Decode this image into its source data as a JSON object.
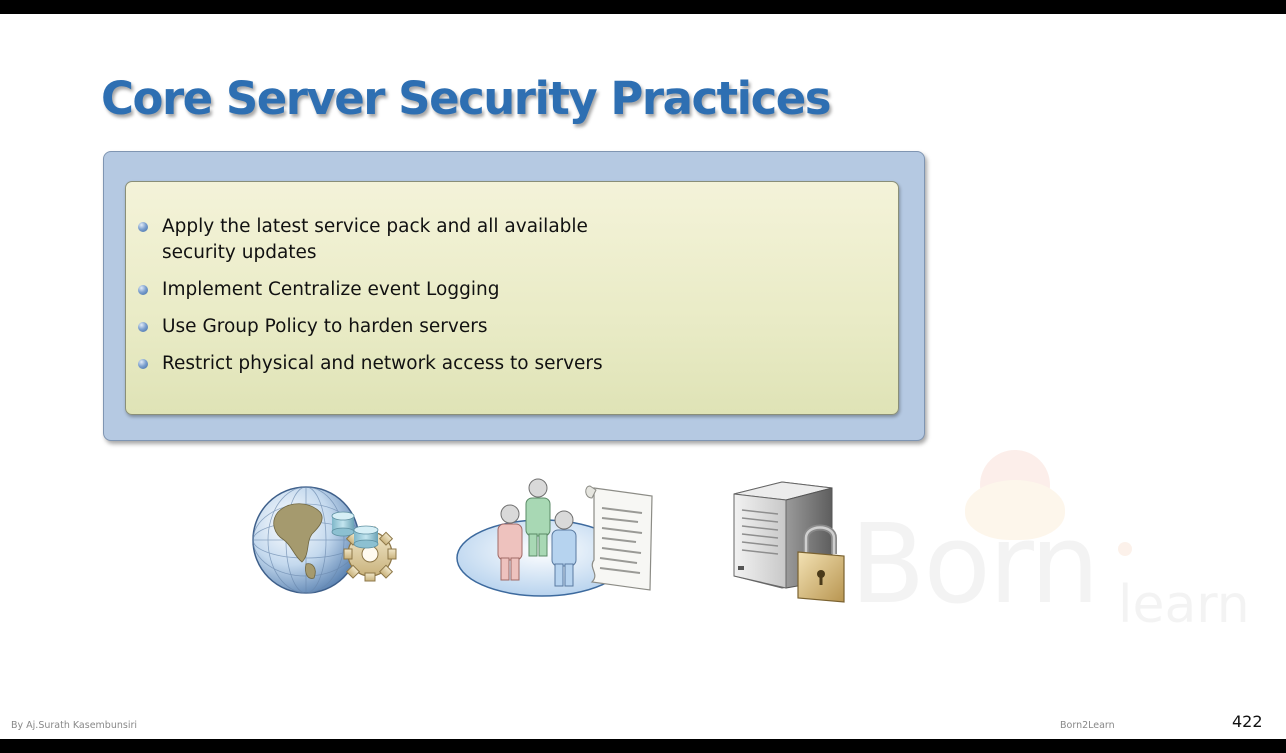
{
  "slide": {
    "title": "Core Server Security Practices",
    "bullets": [
      "Apply the latest service pack and all available security updates",
      "Implement Centralize event Logging",
      "Use Group Policy to harden servers",
      "Restrict physical and network access to servers"
    ],
    "icons": [
      "globe-gears-icon",
      "users-policy-icon",
      "server-lock-icon"
    ],
    "watermark": {
      "big": "Born",
      "small": "learn"
    }
  },
  "footer": {
    "author": "By Aj.Surath Kasembunsiri",
    "brand": "Born2Learn",
    "page_number": "422"
  },
  "colors": {
    "title": "#2e6fb2",
    "outer_box": "#b5c9e2",
    "inner_box": "#eaecc8"
  }
}
